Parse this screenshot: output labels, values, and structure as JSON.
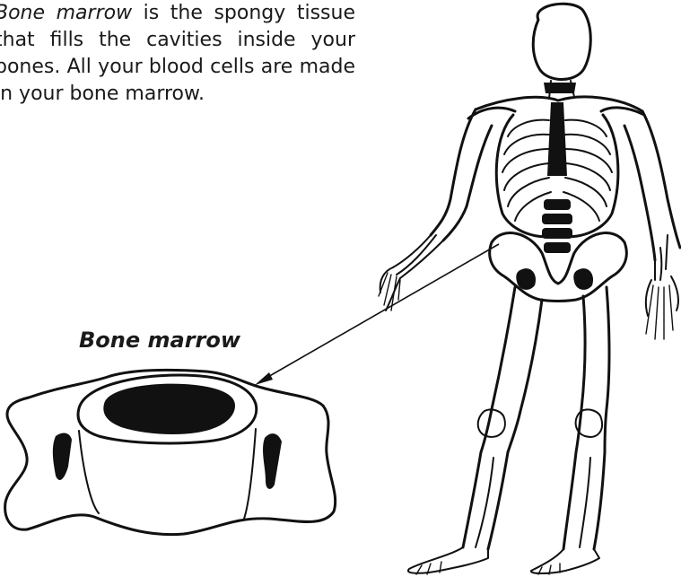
{
  "intro": {
    "term": "Bone marrow",
    "rest": " is the spongy tissue that fills the cavities inside your bones. All your blood cells are made in your bone marrow."
  },
  "callout": {
    "label": "Bone marrow"
  },
  "colors": {
    "ink": "#111111",
    "background": "#ffffff"
  }
}
